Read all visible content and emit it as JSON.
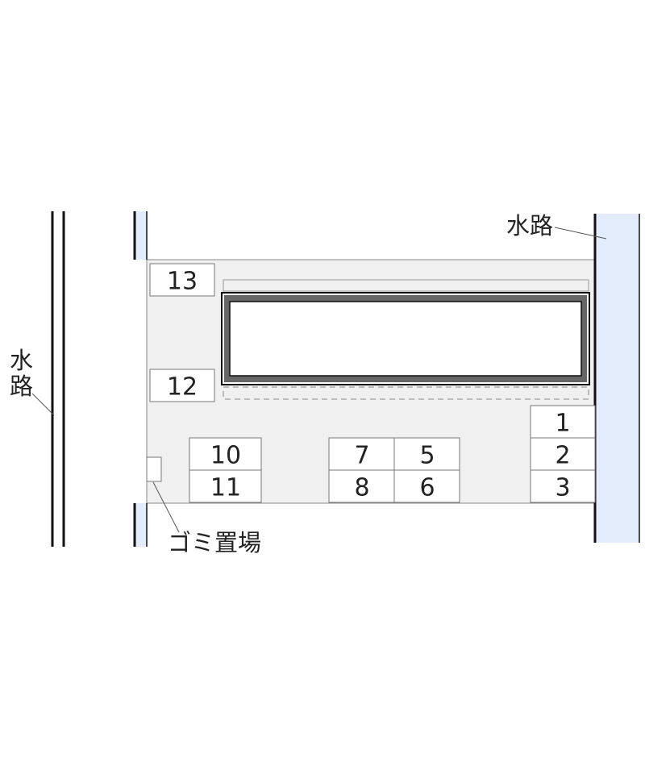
{
  "labels": {
    "waterway_left": "水路",
    "waterway_right": "水路",
    "garbage": "ゴミ置場"
  },
  "slots": {
    "s1": "1",
    "s2": "2",
    "s3": "3",
    "s5": "5",
    "s6": "6",
    "s7": "7",
    "s8": "8",
    "s10": "10",
    "s11": "11",
    "s12": "12",
    "s13": "13"
  },
  "colors": {
    "lot": "#f0f0f0",
    "water": "#e2ecfb",
    "line": "#111111",
    "building_frame": "#666666"
  }
}
